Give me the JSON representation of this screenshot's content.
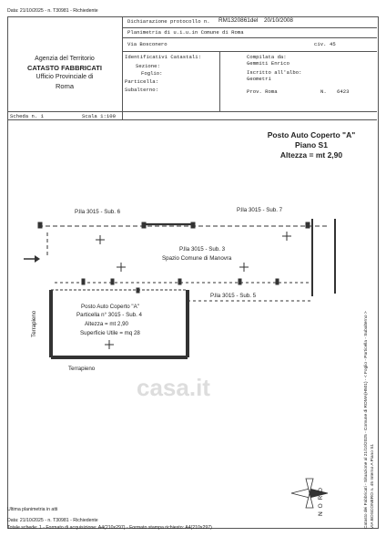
{
  "header": {
    "top_line": "Data: 21/10/2025 - n. T30981 - Richiedente"
  },
  "agency": {
    "line1": "Agenzia del Territorio",
    "line2": "CATASTO FABBRICATI",
    "line3": "Ufficio Provinciale di",
    "line4": "Roma"
  },
  "declaration": {
    "protocol_label": "Dichiarazione protocollo n.",
    "protocol_number": "RM1320861del",
    "protocol_date": "20/10/2008",
    "plan_line": "Planimetria di u.i.u.in Comune di Roma",
    "street": "Via Bosconero",
    "civic_label": "civ.",
    "civic_number": "45"
  },
  "identifiers": {
    "title": "Identificativi Catastali:",
    "sezione": "Sezione:",
    "foglio": "Foglio:",
    "particella": "Particella:",
    "subalterno": "Subalterno:"
  },
  "compiled": {
    "compiled_label": "Compilata da:",
    "compiled_name": "Gemmiti Enrico",
    "register_label": "Iscritto all'albo:",
    "register_value": "Geometri",
    "province_label": "Prov. Roma",
    "number_label": "N.",
    "number_value": "6423"
  },
  "sheet": {
    "scheda": "Scheda n. 1",
    "scala": "Scala 1:100"
  },
  "plan_title": {
    "line1": "Posto Auto Coperto \"A\"",
    "line2": "Piano S1",
    "line3": "Altezza = mt 2,90"
  },
  "plan": {
    "sub6": "P.lla 3015 - Sub. 6",
    "sub7": "P.lla 3015 - Sub. 7",
    "sub3": "P.lla 3015 - Sub. 3",
    "common": "Spazio Comune di Manovra",
    "sub5": "P.lla 3015 - Sub. 5",
    "unit_title": "Posto Auto Coperto \"A\"",
    "unit_particella": "Particella n° 3015 - Sub. 4",
    "unit_height": "Altezza = mt 2,90",
    "unit_area": "Superficie Utile = mq 28",
    "terrapieno_left": "Terrapieno",
    "terrapieno_bottom": "Terrapieno",
    "north": "N O R D"
  },
  "side_text": {
    "line1": "Catasto dei Fabbricati - Situazione al 21/10/2025 - Comune di ROMA(H501) - < Foglio - Particella - Subalterno >",
    "line2": "VIA BOSCONERO n. 45 Interno A Piano S1"
  },
  "watermark": "casa.it",
  "footer": {
    "line1": "Ultima planimetria in atti",
    "line2": "Data: 21/10/2025 - n. T30981 - Richiedente",
    "line3": "Totale schede: 1 - Formato di acquisizione: A4(210x297) - Formato stampa richiesto: A4(210x297)"
  }
}
